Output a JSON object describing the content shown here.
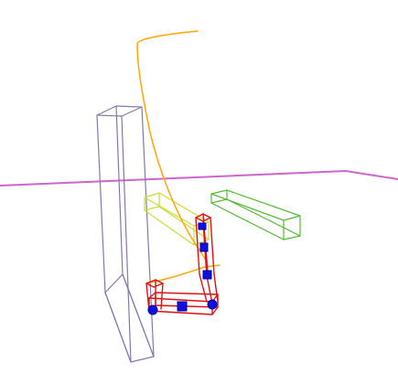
{
  "scene": {
    "background": "#ffffff",
    "objects": [
      {
        "name": "ground-plane-line",
        "color": "#cc66cc"
      },
      {
        "name": "tall-column-box",
        "color": "#8877aa"
      },
      {
        "name": "yellow-target-box",
        "color": "#ccdd33"
      },
      {
        "name": "green-target-box",
        "color": "#55bb33"
      },
      {
        "name": "orange-trajectory",
        "color": "#ffa500"
      },
      {
        "name": "robot-arm-links",
        "color": "#dd1111"
      },
      {
        "name": "robot-arm-joints",
        "color": "#1111dd"
      }
    ]
  }
}
